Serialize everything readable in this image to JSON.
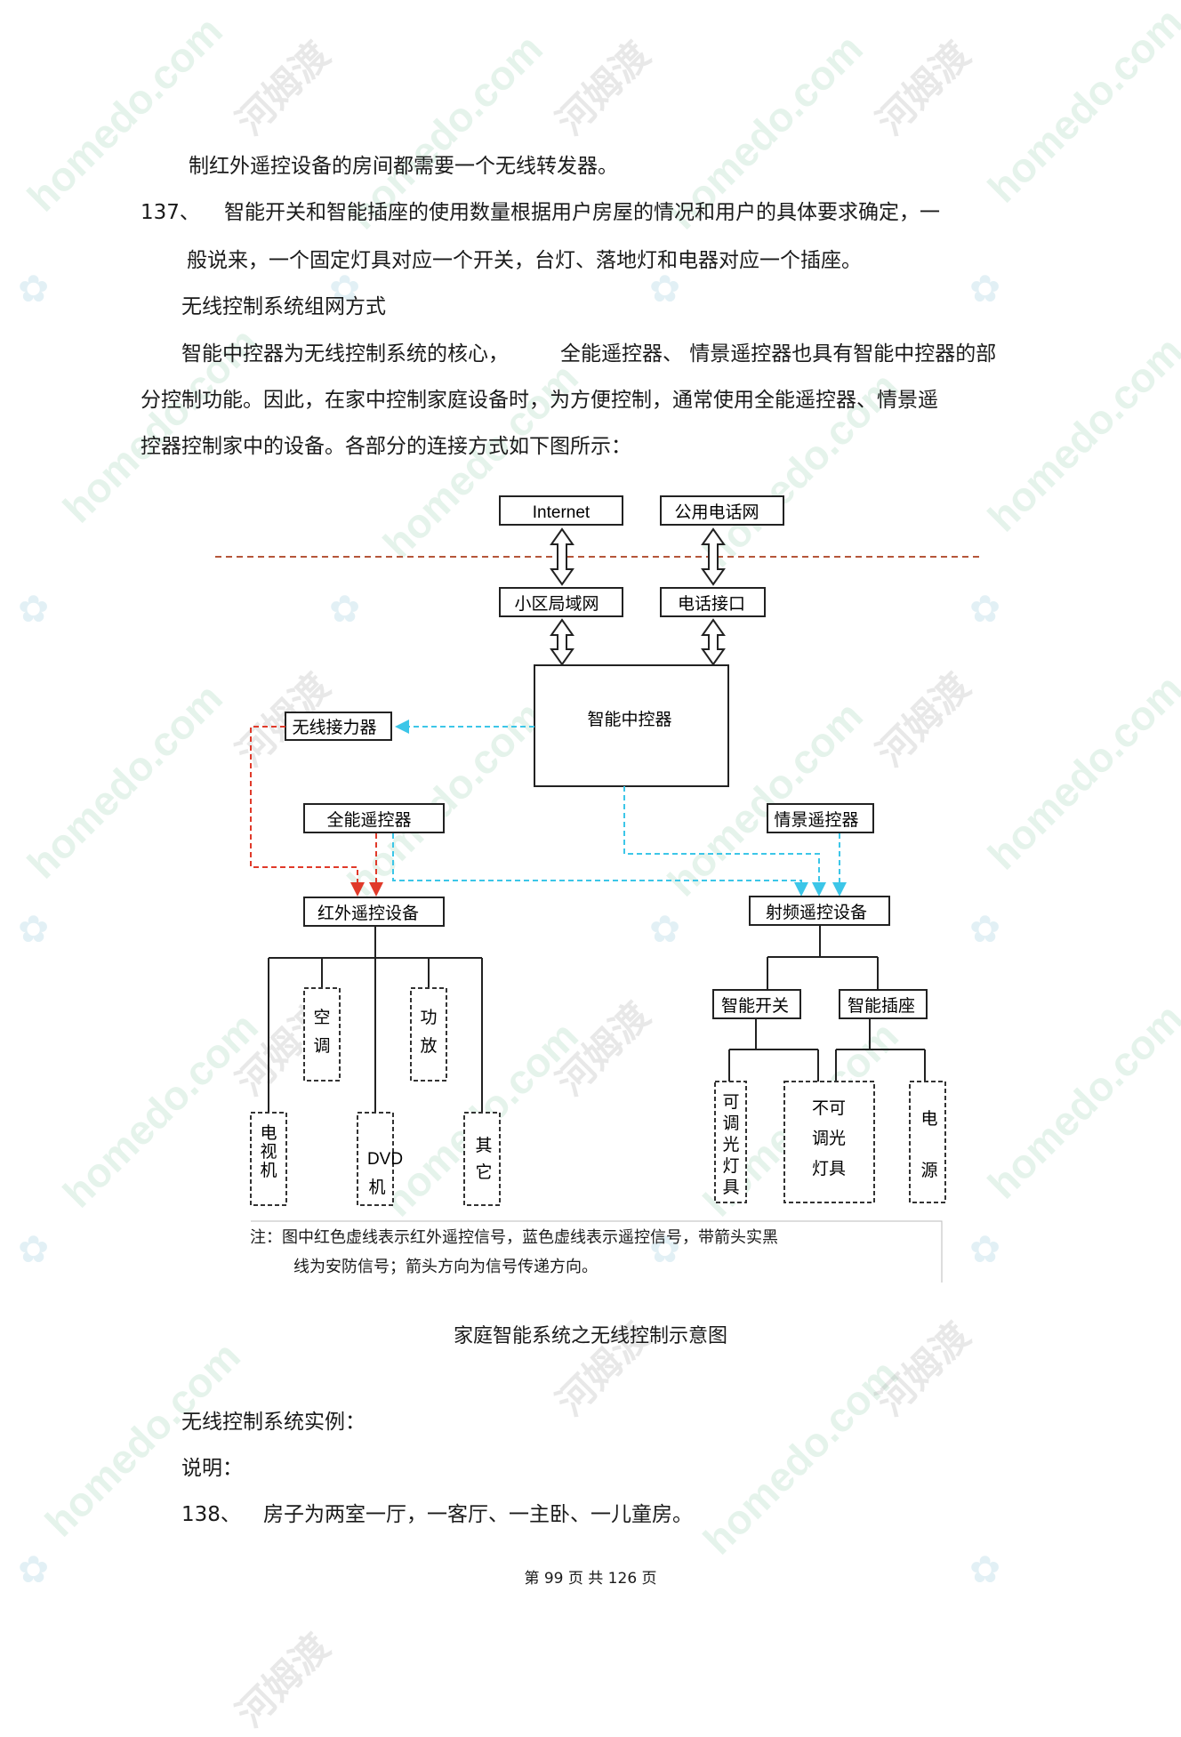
{
  "paragraphs": {
    "p1": "制红外遥控设备的房间都需要一个无线转发器。",
    "p2_num": "137、",
    "p2": "智能开关和智能插座的使用数量根据用户房屋的情况和用户的具体要求确定，一",
    "p3": "般说来，一个固定灯具对应一个开关，台灯、落地灯和电器对应一个插座。",
    "p4": "无线控制系统组网方式",
    "p5a": "智能中控器为无线控制系统的核心，",
    "p5b": "全能遥控器、 情景遥控器也具有智能中控器的部",
    "p6": "分控制功能。因此，在家中控制家庭设备时，为方便控制，通常使用全能遥控器、情景遥",
    "p7": "控器控制家中的设备。各部分的连接方式如下图所示："
  },
  "diagram": {
    "internet": "Internet",
    "phone_net": "公用电话网",
    "lan": "小区局域网",
    "phone_if": "电话接口",
    "controller": "智能中控器",
    "relay": "无线接力器",
    "universal_remote": "全能遥控器",
    "scene_remote": "情景遥控器",
    "ir_device": "红外遥控设备",
    "rf_device": "射频遥控设备",
    "aircon": "空调",
    "amp": "功放",
    "tv": "电视机",
    "dvd_a": "DVD",
    "dvd_b": "机",
    "other": "其它",
    "smart_switch": "智能开关",
    "smart_socket": "智能插座",
    "dim_light": "可调光灯具",
    "nondim_a": "不可",
    "nondim_b": "调光",
    "nondim_c": "灯具",
    "power": "电源",
    "note_line1": "注：图中红色虚线表示红外遥控信号，蓝色虚线表示遥控信号，带箭头实黑",
    "note_line2": "线为安防信号；箭头方向为信号传递方向。",
    "colors": {
      "ir": "#e03a2a",
      "rf": "#3cc6e8",
      "boundary": "#b5563a",
      "box": "#222222"
    }
  },
  "caption": "家庭智能系统之无线控制示意图",
  "after": {
    "p8": "无线控制系统实例：",
    "p9": "说明：",
    "p10_num": "138、",
    "p10": "房子为两室一厅，一客厅、一主卧、一儿童房。"
  },
  "footer": "第 99 页 共 126 页",
  "watermark": {
    "latin": "homedo.com",
    "cn": "河姆渡"
  }
}
